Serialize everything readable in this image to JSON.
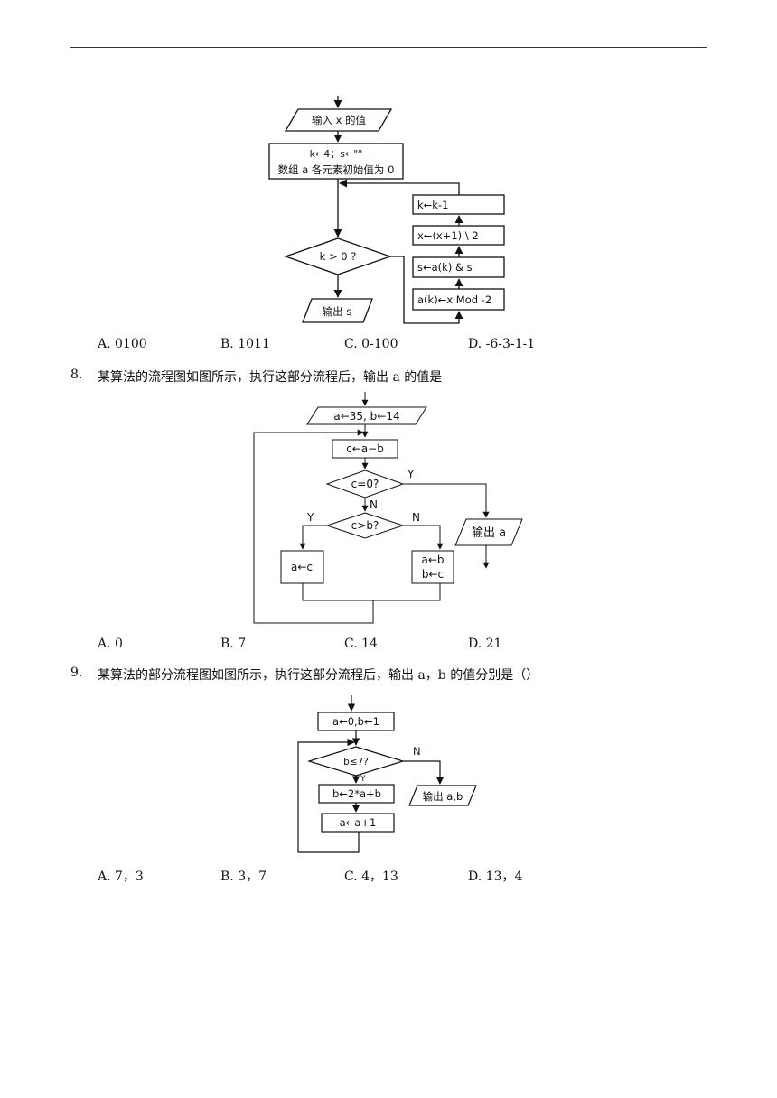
{
  "q7": {
    "flow": {
      "input": "输入 x 的值",
      "init_line1": "k←4；s←\"\"",
      "init_line2": "数组 a 各元素初始值为 0",
      "cond": "k > 0 ?",
      "output": "输出 s",
      "step_k": "k←k-1",
      "step_x": "x←(x+1) \\ 2",
      "step_s": "s←a(k) & s",
      "step_a": "a(k)←x Mod -2"
    },
    "options": [
      "A. 0100",
      "B. 1011",
      "C. 0-100",
      "D. -6-3-1-1"
    ]
  },
  "q8": {
    "number": "8.",
    "text": "某算法的流程图如图所示，执行这部分流程后，输出 a 的值是",
    "flow": {
      "input": "a←35, b←14",
      "step_c": "c←a−b",
      "cond1": "c=0?",
      "cond1_yes": "Y",
      "cond1_no": "N",
      "cond2": "c>b?",
      "cond2_yes": "Y",
      "cond2_no": "N",
      "output": "输出 a",
      "assign_ac": "a←c",
      "assign_ab": "a←b",
      "assign_bc": "b←c"
    },
    "options": [
      "A. 0",
      "B. 7",
      "C. 14",
      "D. 21"
    ]
  },
  "q9": {
    "number": "9.",
    "text": "某算法的部分流程图如图所示，执行这部分流程后，输出 a，b 的值分别是（）",
    "flow": {
      "init": "a←0,b←1",
      "cond": "b≤7?",
      "cond_yes": "Y",
      "cond_no": "N",
      "step_b": "b←2*a+b",
      "step_a": "a←a+1",
      "output": "输出 a,b"
    },
    "options": [
      "A. 7，3",
      "B. 3，7",
      "C. 4，13",
      "D. 13，4"
    ]
  }
}
